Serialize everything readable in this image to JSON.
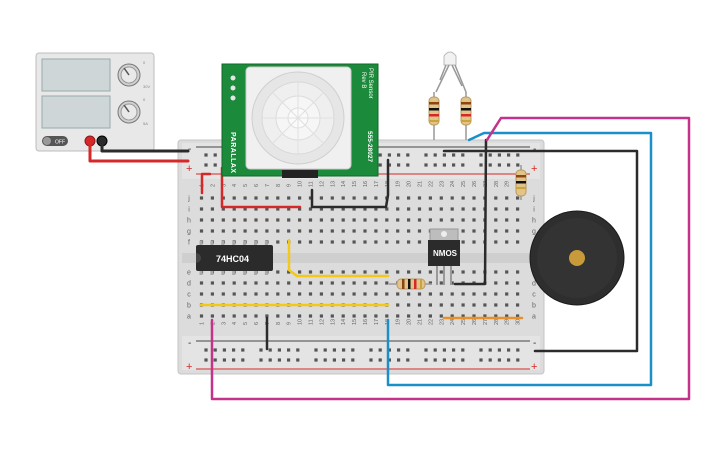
{
  "power_supply": {
    "off_label": "OFF",
    "knob1_labels": [
      "0",
      "30V"
    ],
    "knob2_labels": [
      "0",
      "5A"
    ]
  },
  "pir_sensor": {
    "brand": "PARALLAX",
    "title": "PIR Sensor",
    "rev": "Rev B",
    "part_number": "555-28027"
  },
  "ic": {
    "label": "74HC04"
  },
  "transistor": {
    "label": "NMOS"
  },
  "breadboard": {
    "row_letters_top": [
      "j",
      "i",
      "h",
      "g",
      "f"
    ],
    "row_letters_bottom": [
      "e",
      "d",
      "c",
      "b",
      "a"
    ],
    "col_numbers_top": [
      "1",
      "2",
      "3",
      "4",
      "5",
      "6",
      "7",
      "8",
      "9",
      "10",
      "11",
      "12",
      "13",
      "14",
      "15",
      "16",
      "17",
      "18",
      "19",
      "20",
      "21",
      "22",
      "23",
      "24",
      "25",
      "26",
      "27",
      "28",
      "29",
      "30"
    ],
    "plus_sign": "+",
    "minus_sign": "-"
  },
  "colors": {
    "red": "#d62828",
    "black": "#2b2b2b",
    "yellow": "#f2c81a",
    "blue": "#1a8fc9",
    "magenta": "#c4328c",
    "orange": "#e8912a",
    "pcb_green": "#1b8a3a"
  }
}
